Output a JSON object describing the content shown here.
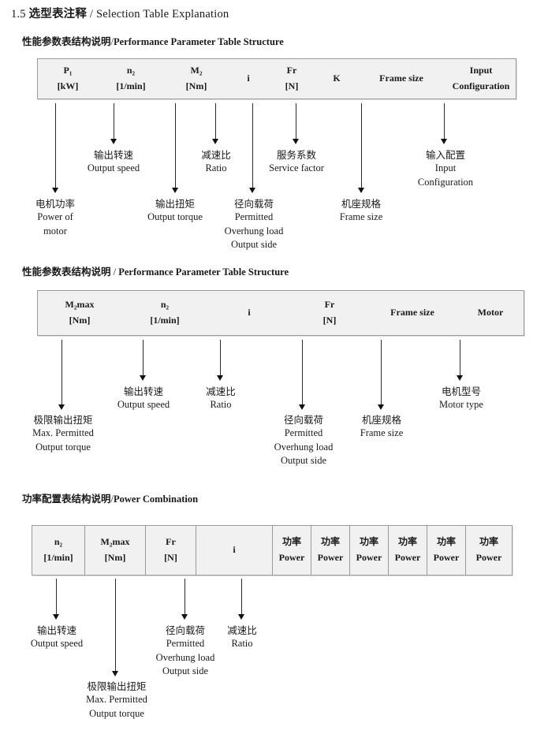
{
  "document": {
    "number": "1.5",
    "title_cn": "选型表注释",
    "separator": "/",
    "title_en": "Selection Table Explanation"
  },
  "sections": [
    {
      "id": "performance-parameter-1",
      "heading_cn": "性能参数表结构说明",
      "heading_sep": "/",
      "heading_en": "Performance Parameter Table Structure",
      "table": {
        "columns": [
          {
            "name": "p1",
            "line1": "P₁",
            "line2": "[kW]"
          },
          {
            "name": "n2",
            "line1": "n₂",
            "line2": "[1/min]"
          },
          {
            "name": "m2",
            "line1": "M₂",
            "line2": "[Nm]"
          },
          {
            "name": "i",
            "line1": "i",
            "line2": ""
          },
          {
            "name": "fr",
            "line1": "Fr",
            "line2": "[N]"
          },
          {
            "name": "k",
            "line1": "K",
            "line2": ""
          },
          {
            "name": "frame",
            "line1": "Frame size",
            "line2": ""
          },
          {
            "name": "input",
            "line1": "Input",
            "line2": "Configuration"
          }
        ]
      },
      "annotations": [
        {
          "name": "power-of-motor",
          "cn": "电机功率",
          "en": [
            "Power of",
            "motor"
          ]
        },
        {
          "name": "output-speed",
          "cn": "输出转速",
          "en": [
            "Output speed"
          ]
        },
        {
          "name": "output-torque",
          "cn": "输出扭矩",
          "en": [
            "Output torque"
          ]
        },
        {
          "name": "ratio",
          "cn": "减速比",
          "en": [
            "Ratio"
          ]
        },
        {
          "name": "overhung-load",
          "cn": "径向载荷",
          "en": [
            "Permitted",
            "Overhung load",
            "Output side"
          ]
        },
        {
          "name": "service-factor",
          "cn": "服务系数",
          "en": [
            "Service factor"
          ]
        },
        {
          "name": "frame-size",
          "cn": "机座规格",
          "en": [
            "Frame size"
          ]
        },
        {
          "name": "input-configuration",
          "cn": "输入配置",
          "en": [
            "Input",
            "Configuration"
          ]
        }
      ]
    },
    {
      "id": "performance-parameter-2",
      "heading_cn": "性能参数表结构说明",
      "heading_sep": "/",
      "heading_en": "Performance Parameter Table Structure",
      "table": {
        "columns": [
          {
            "name": "m2max",
            "line1": "M₂max",
            "line2": "[Nm]"
          },
          {
            "name": "n2",
            "line1": "n₂",
            "line2": "[1/min]"
          },
          {
            "name": "i",
            "line1": "i",
            "line2": ""
          },
          {
            "name": "fr",
            "line1": "Fr",
            "line2": "[N]"
          },
          {
            "name": "frame",
            "line1": "Frame size",
            "line2": ""
          },
          {
            "name": "motor",
            "line1": "Motor",
            "line2": ""
          }
        ]
      },
      "annotations": [
        {
          "name": "max-output-torque",
          "cn": "极限输出扭矩",
          "en": [
            "Max. Permitted",
            "Output  torque"
          ]
        },
        {
          "name": "output-speed",
          "cn": "输出转速",
          "en": [
            "Output speed"
          ]
        },
        {
          "name": "ratio",
          "cn": "减速比",
          "en": [
            "Ratio"
          ]
        },
        {
          "name": "overhung-load",
          "cn": "径向载荷",
          "en": [
            "Permitted",
            "Overhung load",
            "Output side"
          ]
        },
        {
          "name": "frame-size",
          "cn": "机座规格",
          "en": [
            "Frame size"
          ]
        },
        {
          "name": "motor-type",
          "cn": "电机型号",
          "en": [
            "Motor type"
          ]
        }
      ]
    },
    {
      "id": "power-combination",
      "heading_cn": "功率配置表结构说明",
      "heading_sep": "/",
      "heading_en": "Power Combination",
      "table": {
        "columns": [
          {
            "name": "n2",
            "line1": "n₂",
            "line2": "[1/min]"
          },
          {
            "name": "m2max",
            "line1": "M₂max",
            "line2": "[Nm]"
          },
          {
            "name": "fr",
            "line1": "Fr",
            "line2": "[N]"
          },
          {
            "name": "i",
            "line1": "i",
            "line2": ""
          },
          {
            "name": "power-1",
            "line1": "功率",
            "line2": "Power"
          },
          {
            "name": "power-2",
            "line1": "功率",
            "line2": "Power"
          },
          {
            "name": "power-3",
            "line1": "功率",
            "line2": "Power"
          },
          {
            "name": "power-4",
            "line1": "功率",
            "line2": "Power"
          },
          {
            "name": "power-5",
            "line1": "功率",
            "line2": "Power"
          },
          {
            "name": "power-6",
            "line1": "功率",
            "line2": "Power"
          }
        ]
      },
      "annotations": [
        {
          "name": "output-speed",
          "cn": "输出转速",
          "en": [
            "Output speed"
          ]
        },
        {
          "name": "max-output-torque",
          "cn": "极限输出扭矩",
          "en": [
            "Max. Permitted",
            "Output  torque"
          ]
        },
        {
          "name": "overhung-load",
          "cn": "径向载荷",
          "en": [
            "Permitted",
            "Overhung load",
            "Output side"
          ]
        },
        {
          "name": "ratio",
          "cn": "减速比",
          "en": [
            "Ratio"
          ]
        }
      ]
    }
  ]
}
